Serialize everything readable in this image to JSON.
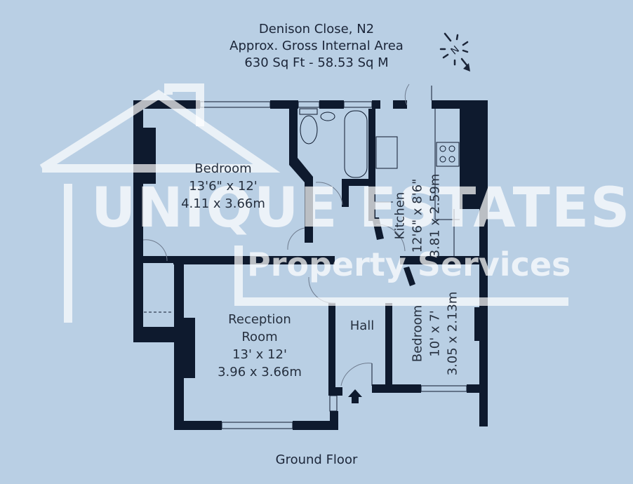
{
  "header": {
    "address": "Denison Close, N2",
    "area_title": "Approx. Gross Internal Area",
    "area_value": "630 Sq Ft  -  58.53 Sq M"
  },
  "compass": {
    "label": "N",
    "icon": "north-arrow-icon"
  },
  "rooms": [
    {
      "name": "Bedroom",
      "imperial": "13'6\" x 12'",
      "metric": "4.11 x 3.66m"
    },
    {
      "name": "Kitchen",
      "imperial": "12'6\" x 8'6\"",
      "metric": "3.81 x 2.59m"
    },
    {
      "name_line1": "Reception",
      "name_line2": "Room",
      "imperial": "13' x 12'",
      "metric": "3.96 x 3.66m"
    },
    {
      "name": "Hall"
    },
    {
      "name": "Bedroom",
      "imperial": "10' x 7'",
      "metric": "3.05 x 2.13m"
    }
  ],
  "floor_label": "Ground Floor",
  "watermark": {
    "line1": "UNIQUE ESTATES",
    "line2": "Property Services"
  },
  "colors": {
    "background": "#b9cfe4",
    "wall": "#0e1a2e",
    "text": "#1b2538",
    "watermark": "#ffffff"
  }
}
